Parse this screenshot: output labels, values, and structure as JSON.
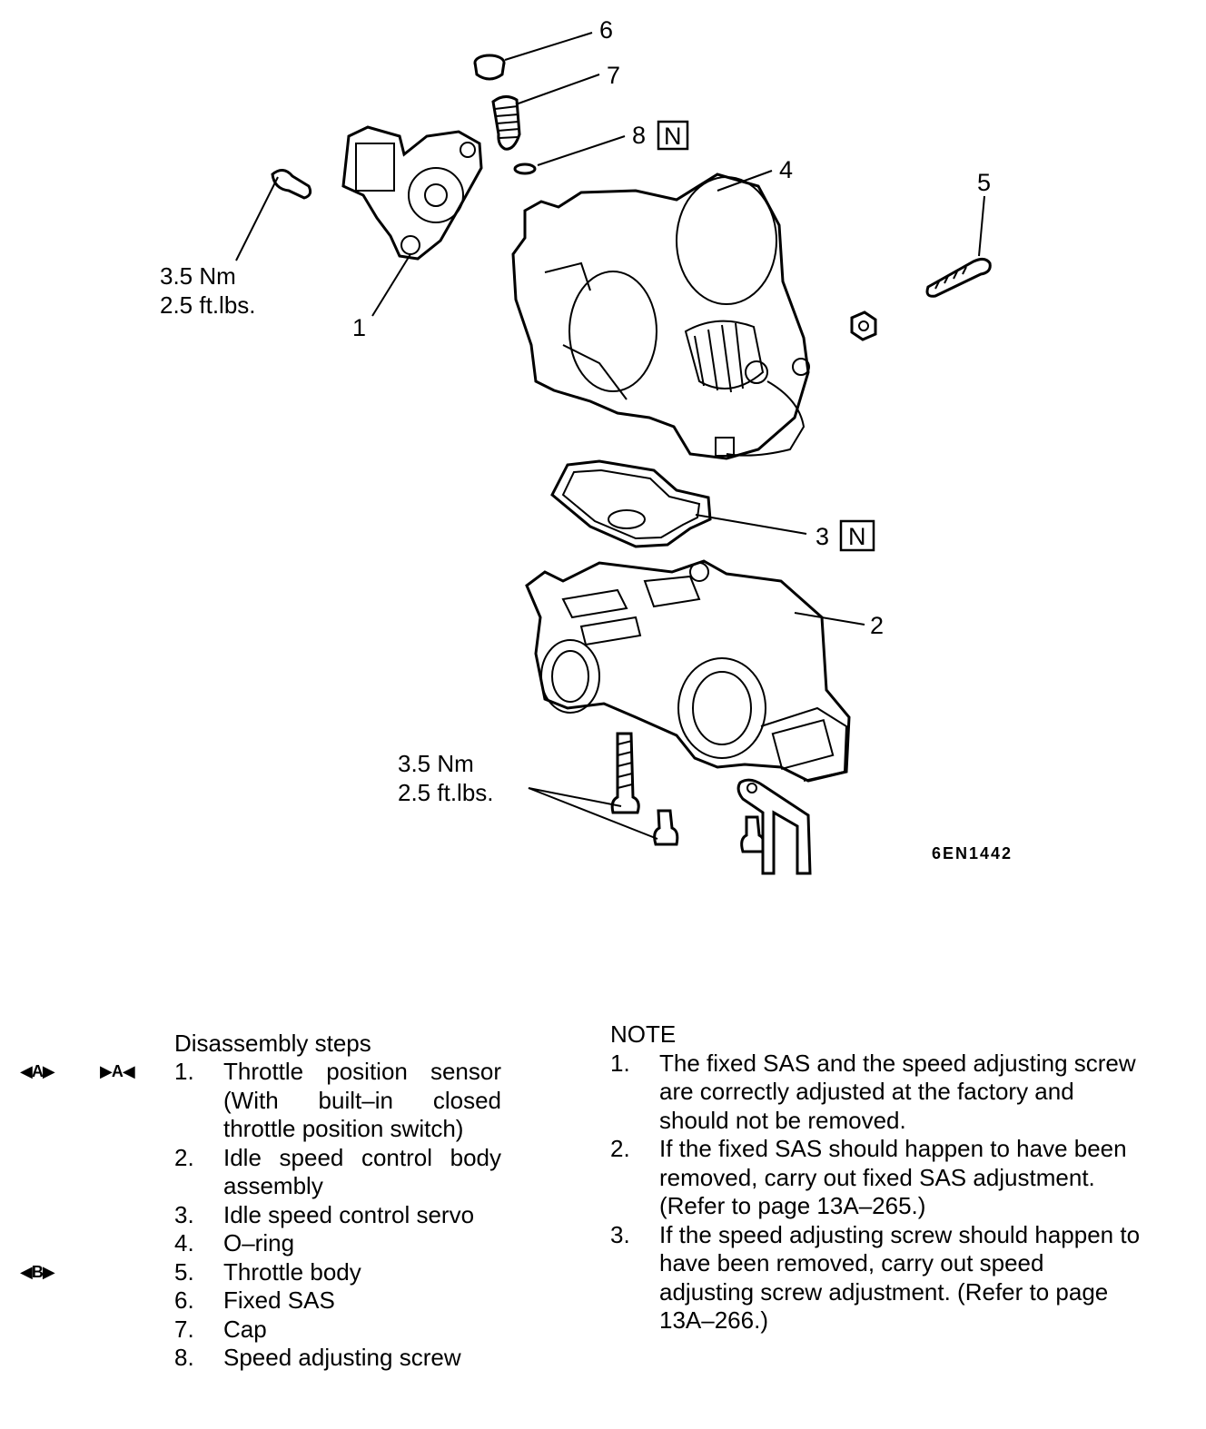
{
  "diagram": {
    "callouts": [
      {
        "id": "1",
        "text": "1"
      },
      {
        "id": "2",
        "text": "2"
      },
      {
        "id": "3",
        "text": "3"
      },
      {
        "id": "4",
        "text": "4"
      },
      {
        "id": "5",
        "text": "5"
      },
      {
        "id": "6",
        "text": "6"
      },
      {
        "id": "7",
        "text": "7"
      },
      {
        "id": "8",
        "text": "8"
      }
    ],
    "new_part_mark": "N",
    "torque_top": {
      "line1": "3.5 Nm",
      "line2": "2.5 ft.lbs."
    },
    "torque_bottom": {
      "line1": "3.5 Nm",
      "line2": "2.5 ft.lbs."
    },
    "figure_code": "6EN1442"
  },
  "disassembly": {
    "heading": "Disassembly steps",
    "marks": {
      "step1_left": "◀A▶",
      "step1_right": "▶A◀",
      "step5_left": "◀B▶"
    },
    "steps": [
      {
        "num": "1.",
        "text": "Throttle position sensor (With built–in closed throttle position switch)"
      },
      {
        "num": "2.",
        "text": "Idle speed control body assembly"
      },
      {
        "num": "3.",
        "text": "Idle speed control servo"
      },
      {
        "num": "4.",
        "text": "O–ring"
      },
      {
        "num": "5.",
        "text": "Throttle body"
      },
      {
        "num": "6.",
        "text": "Fixed SAS"
      },
      {
        "num": "7.",
        "text": "Cap"
      },
      {
        "num": "8.",
        "text": "Speed adjusting screw"
      }
    ]
  },
  "notes": {
    "heading": "NOTE",
    "items": [
      {
        "num": "1.",
        "text": "The fixed SAS and the speed adjusting screw are correctly adjusted at the factory and should not be removed."
      },
      {
        "num": "2.",
        "text": "If the fixed SAS should happen to have been removed, carry out fixed SAS adjustment. (Refer to page 13A–265.)"
      },
      {
        "num": "3.",
        "text": "If the speed adjusting screw should happen to have been removed, carry out speed adjusting screw adjustment. (Refer to page 13A–266.)"
      }
    ]
  }
}
